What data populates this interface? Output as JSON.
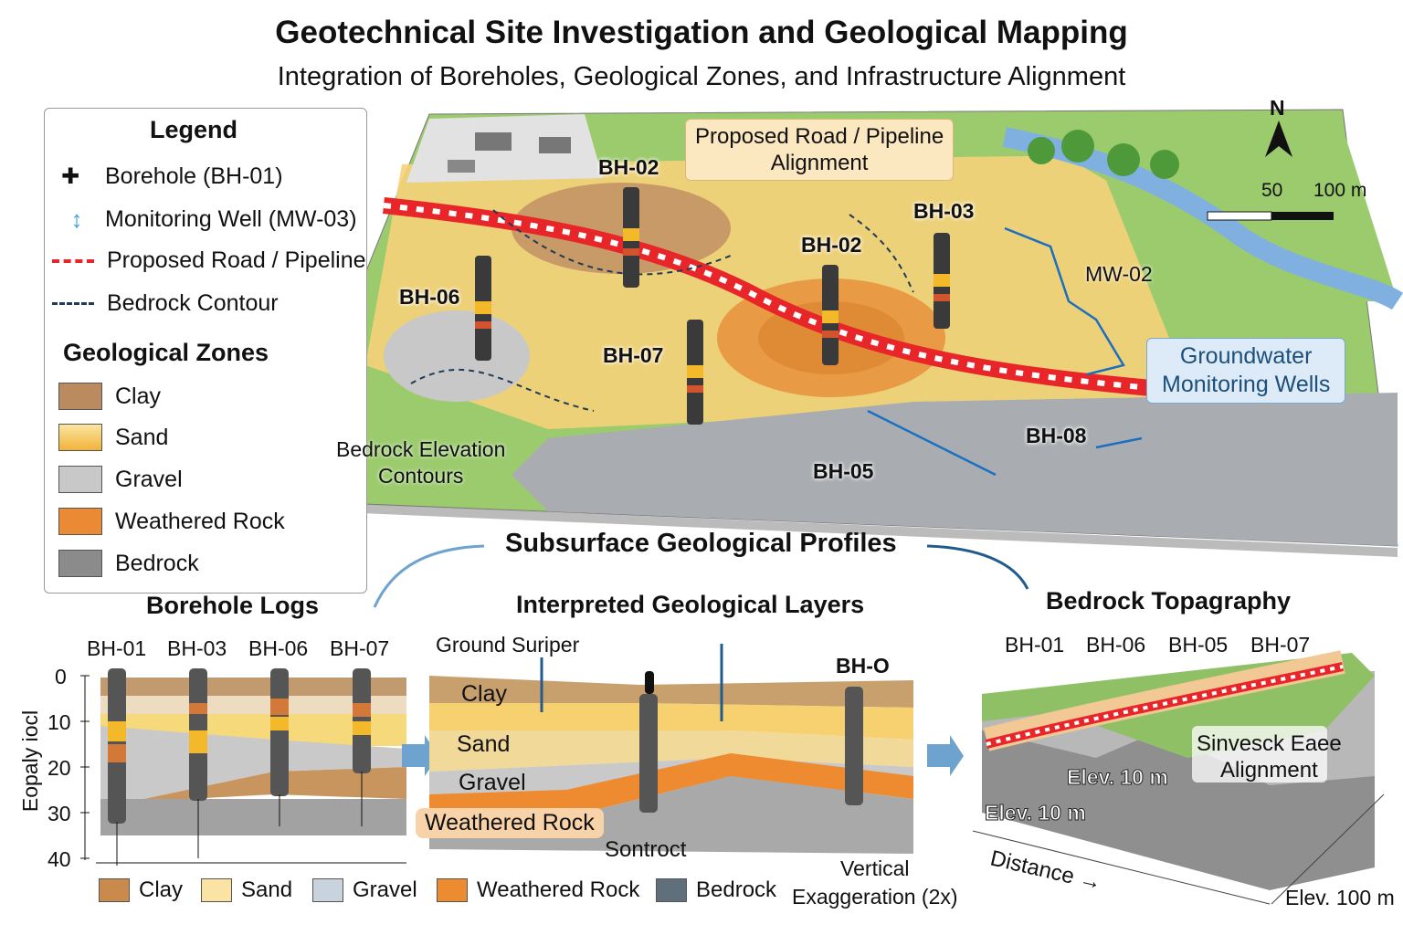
{
  "title": "Geotechnical Site Investigation and Geological Mapping",
  "subtitle": "Integration of Boreholes, Geological Zones, and Infrastructure Alignment",
  "legend": {
    "heading": "Legend",
    "items": [
      {
        "label": "Borehole (BH-01)",
        "icon": "borehole-arrow-icon"
      },
      {
        "label": "Monitoring Well (MW-03)",
        "icon": "monitoring-well-icon"
      },
      {
        "label": "Proposed Road / Pipeline",
        "icon": "red-dashed-line",
        "color": "#e8262a"
      },
      {
        "label": "Bedrock Contour",
        "icon": "navy-dashed-line",
        "color": "#1f3b57"
      }
    ],
    "zones_heading": "Geological Zones",
    "zones": [
      {
        "label": "Clay",
        "color": "#b98b5f"
      },
      {
        "label": "Sand",
        "color": "#f6cf6a"
      },
      {
        "label": "Gravel",
        "color": "#c8c8c8"
      },
      {
        "label": "Weathered Rock",
        "color": "#ea8a35"
      },
      {
        "label": "Bedrock",
        "color": "#8b8b8b"
      }
    ]
  },
  "map": {
    "callout_road": "Proposed Road / Pipeline\nAlignment",
    "groundwater_box": "Groundwater\nMonitoring Wells",
    "contours_label": "Bedrock Elevation\nContours",
    "boreholes": [
      "BH-02",
      "BH-03",
      "BH-02",
      "BH-06",
      "BH-07",
      "BH-05",
      "BH-08"
    ],
    "well": "MW-02",
    "north": "N",
    "scale": [
      "50",
      "100 m"
    ]
  },
  "profiles": {
    "heading": "Subsurface Geological Profiles",
    "borehole_logs": {
      "heading": "Borehole Logs",
      "columns": [
        "BH-01",
        "BH-03",
        "BH-06",
        "BH-07"
      ],
      "y_label": "Eopaly iocl",
      "y_ticks": [
        "0",
        "10",
        "20",
        "30",
        "40"
      ]
    },
    "layers": {
      "heading": "Interpreted Geological Layers",
      "ground_label": "Ground Suriper",
      "layer_labels": [
        "Clay",
        "Sand",
        "Gravel",
        "Weathered Rock"
      ],
      "bottom_label": "Sontroct",
      "bh_label": "BH-O",
      "exaggeration": "Vertical\nExaggeration (2x)"
    },
    "bedrock": {
      "heading": "Bedrock Topagraphy",
      "columns": [
        "BH-01",
        "BH-06",
        "BH-05",
        "BH-07"
      ],
      "box_label": "Sinvesck Eaee\nAlignment",
      "elev_a": "Elev. 10 m",
      "elev_b": "Elev. 10 m",
      "distance": "Distance →",
      "elev_right": "Elev. 100 m"
    },
    "bottom_legend": [
      {
        "label": "Clay",
        "color": "#c98a4b"
      },
      {
        "label": "Sand",
        "color": "#fbe3a4"
      },
      {
        "label": "Gravel",
        "color": "#c9d3de"
      },
      {
        "label": "Weathered Rock",
        "color": "#ec8b2f"
      },
      {
        "label": "Bedrock",
        "color": "#5f6f7c"
      }
    ]
  }
}
